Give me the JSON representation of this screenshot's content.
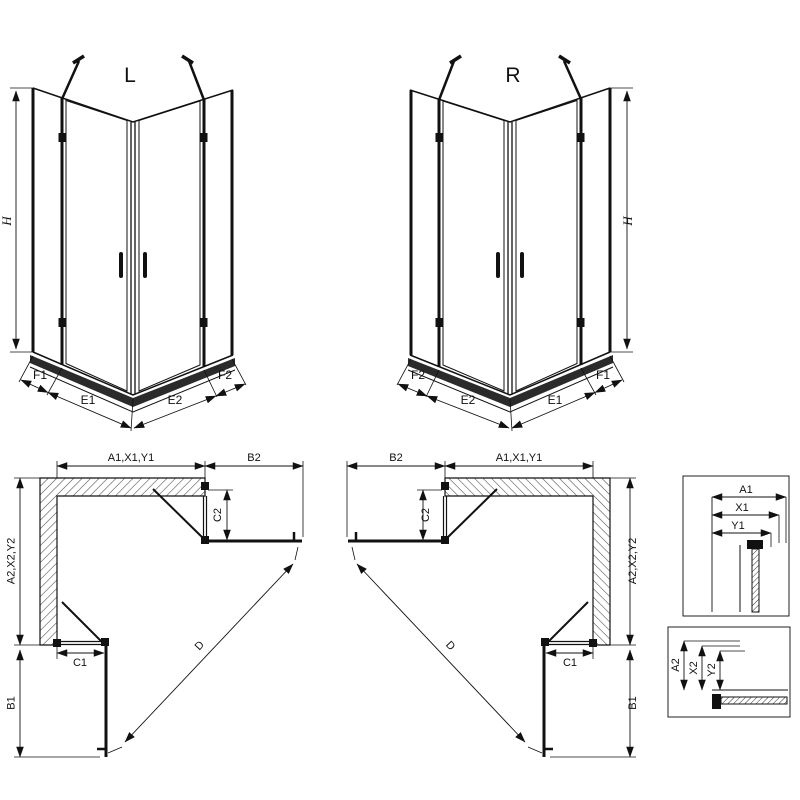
{
  "views": {
    "left": {
      "label": "L",
      "h": "H",
      "f1": "F1",
      "e1": "E1",
      "e2": "E2",
      "f2": "F2"
    },
    "right": {
      "label": "R",
      "h": "H",
      "f1": "F1",
      "e1": "E1",
      "e2": "E2",
      "f2": "F2"
    }
  },
  "plans": {
    "left": {
      "a1": "A1,X1,Y1",
      "b2": "B2",
      "c2": "C2",
      "a2": "A2,X2,Y2",
      "c1": "C1",
      "b1": "B1",
      "d": "D"
    },
    "right": {
      "a1": "A1,X1,Y1",
      "b2": "B2",
      "c2": "C2",
      "a2": "A2,X2,Y2",
      "c1": "C1",
      "b1": "B1",
      "d": "D"
    }
  },
  "details": {
    "top": {
      "a1": "A1",
      "x1": "X1",
      "y1": "Y1"
    },
    "bottom": {
      "a2": "A2",
      "x2": "X2",
      "y2": "Y2"
    }
  },
  "colors": {
    "line": "#111111",
    "tray": "#2b2b2b"
  }
}
